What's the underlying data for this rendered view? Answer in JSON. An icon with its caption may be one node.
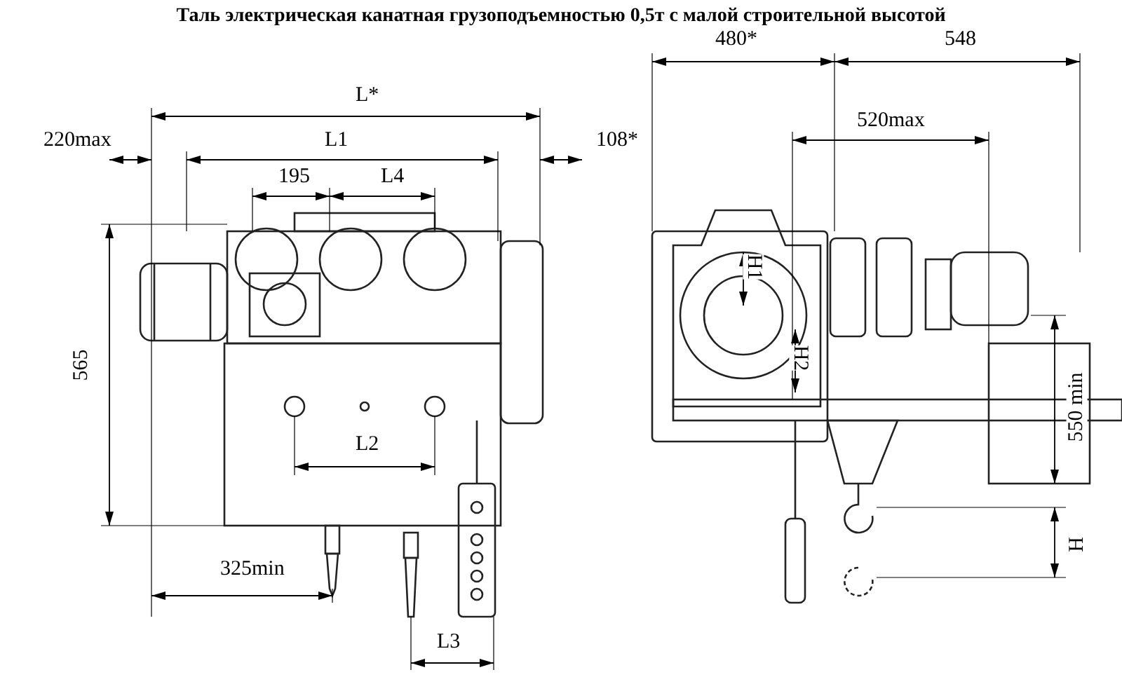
{
  "diagram": {
    "title": "Таль электрическая канатная грузоподъемностью 0,5т с малой строительной высотой",
    "labels": [
      "480*",
      "548",
      "L*",
      "520max",
      "220max",
      "L1",
      "108*",
      "195",
      "L4",
      "H1",
      "565",
      "H2",
      "550 min",
      "L2",
      "H",
      "325min",
      "L3"
    ]
  }
}
